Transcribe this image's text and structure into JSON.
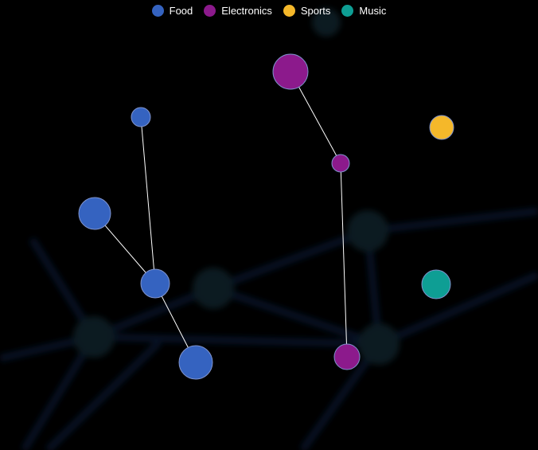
{
  "chart_data": {
    "type": "network",
    "title": "",
    "legend_position": "top-center",
    "background": "#000000",
    "categories": [
      {
        "name": "Food",
        "color": "#3563c0"
      },
      {
        "name": "Electronics",
        "color": "#8c1a8c"
      },
      {
        "name": "Sports",
        "color": "#f5b82a"
      },
      {
        "name": "Music",
        "color": "#0e9e94"
      }
    ],
    "nodes": [
      {
        "id": "food-1",
        "category": "Food",
        "size": 12
      },
      {
        "id": "food-2",
        "category": "Food",
        "size": 20
      },
      {
        "id": "food-3",
        "category": "Food",
        "size": 18
      },
      {
        "id": "food-4",
        "category": "Food",
        "size": 21
      },
      {
        "id": "electronics-1",
        "category": "Electronics",
        "size": 22
      },
      {
        "id": "electronics-2",
        "category": "Electronics",
        "size": 11
      },
      {
        "id": "electronics-3",
        "category": "Electronics",
        "size": 16
      },
      {
        "id": "sports-1",
        "category": "Sports",
        "size": 15
      },
      {
        "id": "music-1",
        "category": "Music",
        "size": 18
      }
    ],
    "links": [
      {
        "source": "food-1",
        "target": "food-3"
      },
      {
        "source": "food-2",
        "target": "food-3"
      },
      {
        "source": "food-3",
        "target": "food-4"
      },
      {
        "source": "electronics-1",
        "target": "electronics-2"
      },
      {
        "source": "electronics-2",
        "target": "electronics-3"
      }
    ]
  }
}
